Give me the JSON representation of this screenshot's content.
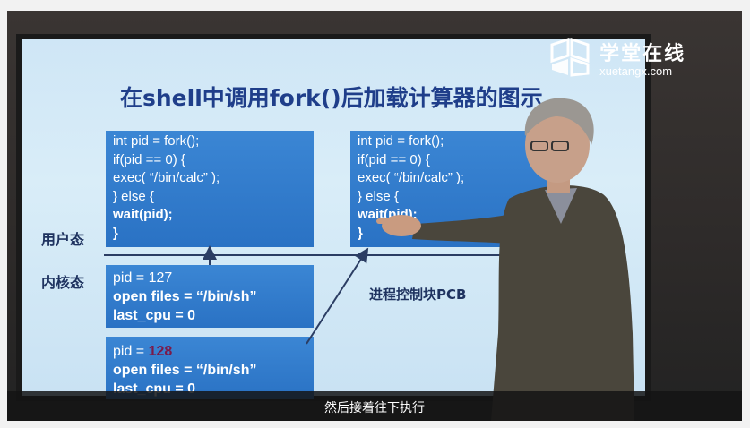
{
  "slide": {
    "title": "在shell中调用fork()后加载计算器的图示",
    "code_left": [
      "int pid = fork();",
      "if(pid == 0) {",
      " exec( “/bin/calc” );",
      "} else {",
      "wait(pid);",
      "}"
    ],
    "code_right": [
      "int pid = fork();",
      "if(pid == 0) {",
      " exec( “/bin/calc” );",
      "} else {",
      "wait(pid);",
      "}"
    ],
    "label_user": "用户态",
    "label_kernel": "内核态",
    "label_pcb": "进程控制块PCB",
    "pcb1": {
      "line1": "pid = 127",
      "line2": "open files =  “/bin/sh”",
      "line3": "last_cpu = 0"
    },
    "pcb2": {
      "line1_prefix": "pid = ",
      "line1_value": "128",
      "line2": "open files =  “/bin/sh”",
      "line3": "last_cpu = 0"
    },
    "colors": {
      "title": "#1f3e8a",
      "box": "#2a72c4",
      "highlight": "#7a1a4a"
    }
  },
  "logo": {
    "cn": "学堂在线",
    "en": "xuetangx.com",
    "icon": "xuetangx-logo-icon"
  },
  "subtitle": "然后接着往下执行"
}
